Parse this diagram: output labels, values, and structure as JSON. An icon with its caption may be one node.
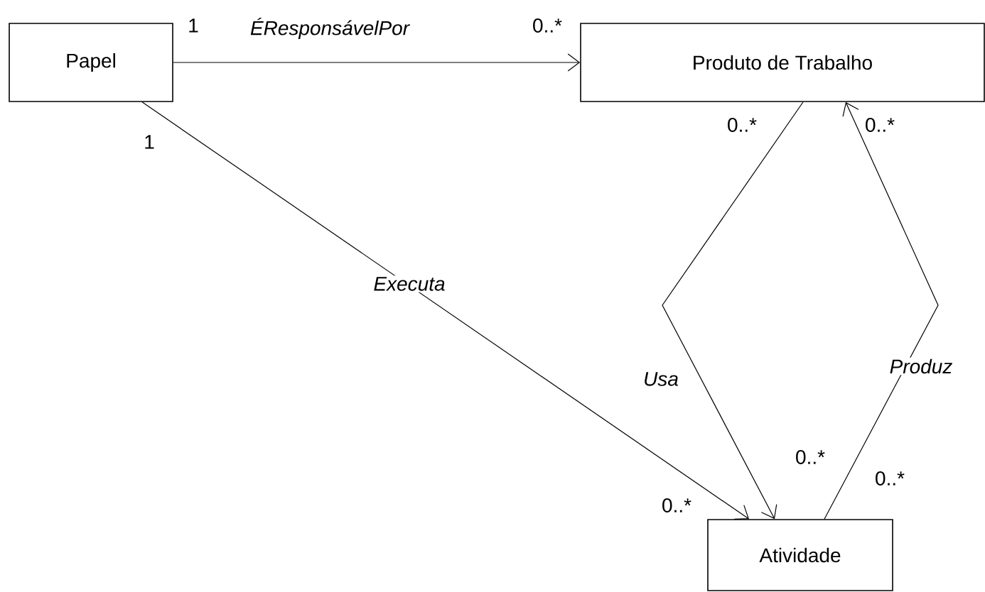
{
  "diagram": {
    "nodes": [
      {
        "text": [
          "Papel"
        ]
      },
      {
        "text": [
          "Produto de Trabalho"
        ]
      },
      {
        "text": [
          "Atividade"
        ]
      }
    ],
    "edges": [
      {
        "from": 0,
        "to": 1,
        "arrow": "to",
        "label": "ÉResponsávelPor"
      },
      {
        "from": 0,
        "to": 2,
        "arrow": "to",
        "label": "Executa"
      },
      {
        "from": 1,
        "to": 2,
        "arrow": "to",
        "label": "Usa"
      },
      {
        "from": 2,
        "to": 1,
        "arrow": "to",
        "label": "Produz"
      }
    ],
    "labels": [
      "1",
      "0..*",
      "0..*",
      "0..*",
      "1",
      "0..*",
      "0..*",
      "0..*"
    ]
  }
}
